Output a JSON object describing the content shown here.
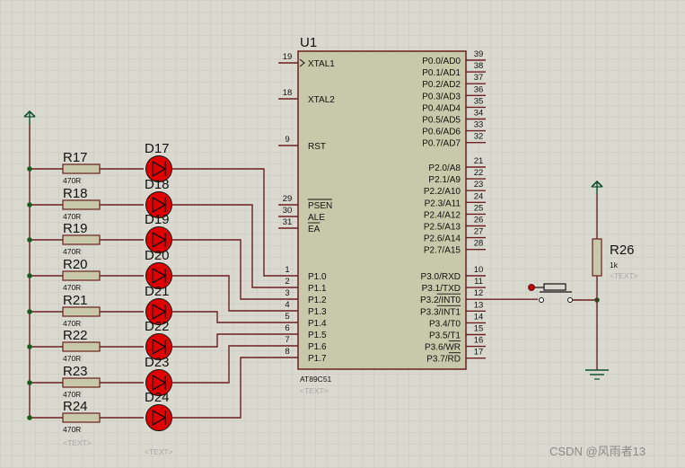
{
  "chip": {
    "designator": "U1",
    "part": "AT89C51",
    "text_placeholder": "<TEXT>",
    "left_top_pins": [
      {
        "num": "19",
        "name": "XTAL1"
      },
      {
        "num": "18",
        "name": "XTAL2"
      },
      {
        "num": "9",
        "name": "RST"
      },
      {
        "num": "29",
        "name": "PSEN"
      },
      {
        "num": "30",
        "name": "ALE"
      },
      {
        "num": "31",
        "name": "EA"
      }
    ],
    "left_port1_pins": [
      {
        "num": "1",
        "name": "P1.0"
      },
      {
        "num": "2",
        "name": "P1.1"
      },
      {
        "num": "3",
        "name": "P1.2"
      },
      {
        "num": "4",
        "name": "P1.3"
      },
      {
        "num": "5",
        "name": "P1.4"
      },
      {
        "num": "6",
        "name": "P1.5"
      },
      {
        "num": "7",
        "name": "P1.6"
      },
      {
        "num": "8",
        "name": "P1.7"
      }
    ],
    "right_pins": [
      {
        "num": "39",
        "name": "P0.0/AD0"
      },
      {
        "num": "38",
        "name": "P0.1/AD1"
      },
      {
        "num": "37",
        "name": "P0.2/AD2"
      },
      {
        "num": "36",
        "name": "P0.3/AD3"
      },
      {
        "num": "35",
        "name": "P0.4/AD4"
      },
      {
        "num": "34",
        "name": "P0.5/AD5"
      },
      {
        "num": "33",
        "name": "P0.6/AD6"
      },
      {
        "num": "32",
        "name": "P0.7/AD7"
      },
      {
        "num": "21",
        "name": "P2.0/A8"
      },
      {
        "num": "22",
        "name": "P2.1/A9"
      },
      {
        "num": "23",
        "name": "P2.2/A10"
      },
      {
        "num": "24",
        "name": "P2.3/A11"
      },
      {
        "num": "25",
        "name": "P2.4/A12"
      },
      {
        "num": "26",
        "name": "P2.5/A13"
      },
      {
        "num": "27",
        "name": "P2.6/A14"
      },
      {
        "num": "28",
        "name": "P2.7/A15"
      },
      {
        "num": "10",
        "name": "P3.0/RXD"
      },
      {
        "num": "11",
        "name": "P3.1/TXD"
      },
      {
        "num": "12",
        "name": "P3.2/INT0"
      },
      {
        "num": "13",
        "name": "P3.3/INT1"
      },
      {
        "num": "14",
        "name": "P3.4/T0"
      },
      {
        "num": "15",
        "name": "P3.5/T1"
      },
      {
        "num": "16",
        "name": "P3.6/WR"
      },
      {
        "num": "17",
        "name": "P3.7/RD"
      }
    ]
  },
  "leds": [
    {
      "resistor": "R17",
      "value": "470R",
      "led": "D17"
    },
    {
      "resistor": "R18",
      "value": "470R",
      "led": "D18"
    },
    {
      "resistor": "R19",
      "value": "470R",
      "led": "D19"
    },
    {
      "resistor": "R20",
      "value": "470R",
      "led": "D20"
    },
    {
      "resistor": "R21",
      "value": "470R",
      "led": "D21"
    },
    {
      "resistor": "R22",
      "value": "470R",
      "led": "D22"
    },
    {
      "resistor": "R23",
      "value": "470R",
      "led": "D23"
    },
    {
      "resistor": "R24",
      "value": "470R",
      "led": "D24"
    }
  ],
  "resistor_text_placeholder": "<TEXT>",
  "led_text_placeholder": "<TEXT>",
  "pullup": {
    "designator": "R26",
    "value": "1k",
    "text_placeholder": "<TEXT>"
  },
  "watermark": "CSDN @风雨者13",
  "colors": {
    "background": "#d9d9cf",
    "grid": "#c6c6bc",
    "wire": "#6b1f1f",
    "chip_fill": "#c8c8aa",
    "led_fill": "#e00000",
    "resistor_fill": "#c8c8aa",
    "power": "#0b4f2d",
    "node": "#1a5a1a"
  }
}
